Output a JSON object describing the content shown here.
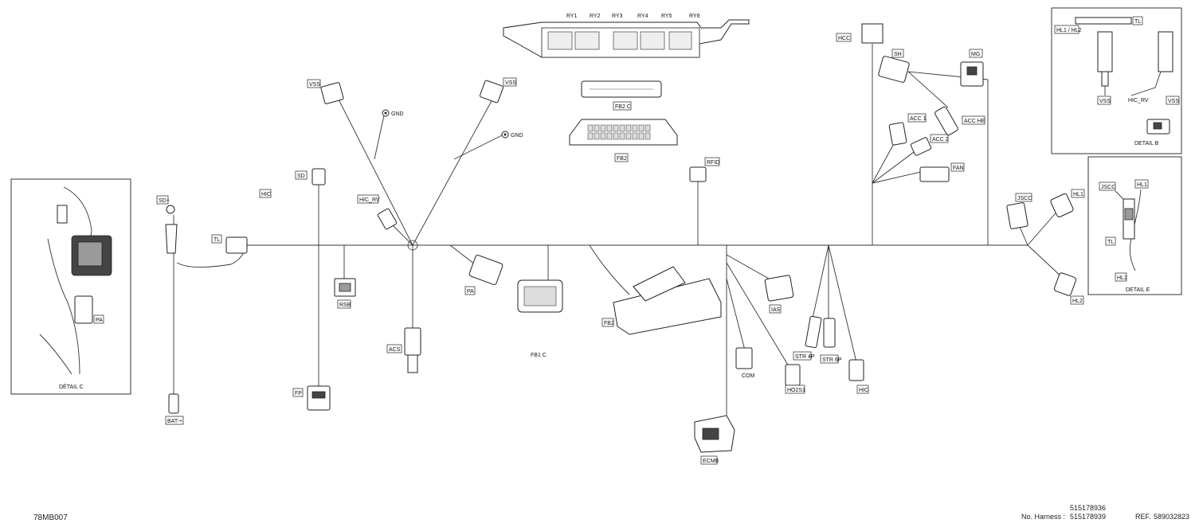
{
  "labels": {
    "ry1": "RY1",
    "ry2": "RY2",
    "ry3": "RY3",
    "ry4": "RY4",
    "ry5": "RY5",
    "ry6": "RY6",
    "fb2c": "FB2 C",
    "fb2": "FB2",
    "vss_left": "VSS",
    "vss_right": "VSS",
    "gnd1": "GND",
    "gnd2": "GND",
    "hcc": "HCC",
    "sh": "SH",
    "mg": "MG",
    "acc1": "ACC 1",
    "acc2": "ACC 2",
    "acche": "ACC HE",
    "fan": "FAN",
    "rfid": "RFID",
    "sd": "SD",
    "hic_top": "HIC",
    "hic_rv": "HIC_RV",
    "sd_plus": "SD+",
    "tl": "TL",
    "rsb": "RSB",
    "fp": "FP",
    "bat": "BAT-+",
    "acs": "ACS",
    "pa_main": "PA",
    "fb1c": "FB1 C",
    "fb2_main": "FB2",
    "ias": "IAS",
    "com": "COM",
    "str4p": "STR 4P",
    "str6p": "STR 6P",
    "ho2s1": "HO2S1",
    "hic_bottom": "HIC",
    "ecmb": "ECMB",
    "jscc": "JSCC",
    "hl1": "HL1",
    "hl2": "HL2",
    "pa_detail": "PA"
  },
  "details": {
    "c": {
      "title": "DÉTAIL C"
    },
    "b": {
      "title": "DETAIL B",
      "hl1hl2": "HL1 / HL2",
      "tl": "TL",
      "vss1": "VSS",
      "hicrv": "HIC_RV",
      "vss2": "VSS"
    },
    "e": {
      "title": "DETAIL E",
      "jscc": "JSCC",
      "hl1": "HL1",
      "tl": "TL",
      "hl2": "HL2"
    }
  },
  "footer": {
    "code": "78MB007",
    "harness_label": "No. Harness :",
    "harness_1": "515178936",
    "harness_2": "515178939",
    "ref_label": "REF.",
    "ref_value": "589032823"
  }
}
